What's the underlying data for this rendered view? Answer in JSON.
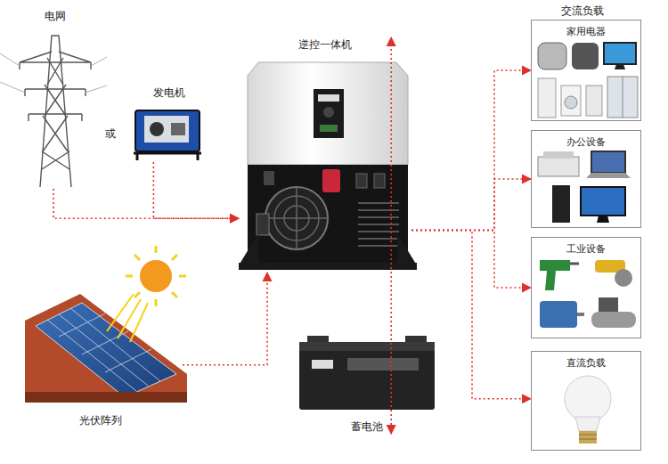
{
  "diagram": {
    "nodes": [
      {
        "text": [
          "电网"
        ]
      },
      {
        "text": [
          "发电机"
        ]
      },
      {
        "text": [
          "逆控一体机"
        ]
      },
      {
        "text": [
          "家用电器"
        ]
      },
      {
        "text": [
          "办公设备"
        ]
      },
      {
        "text": [
          "工业设备"
        ]
      },
      {
        "text": [
          "光伏阵列"
        ]
      },
      {
        "text": [
          "蓄电池"
        ]
      },
      {
        "text": [
          "直流负载"
        ]
      }
    ],
    "edges": [
      {
        "from": 0,
        "to": 2,
        "arrow": "to"
      },
      {
        "from": 1,
        "to": 2,
        "arrow": "to"
      },
      {
        "from": 6,
        "to": 2,
        "arrow": "to"
      },
      {
        "from": 7,
        "to": 2,
        "arrow": "both"
      },
      {
        "from": 2,
        "to": 3,
        "arrow": "to"
      },
      {
        "from": 2,
        "to": 4,
        "arrow": "to"
      },
      {
        "from": 2,
        "to": 5,
        "arrow": "to"
      },
      {
        "from": 2,
        "to": 8,
        "arrow": "to"
      }
    ],
    "labels": [
      "或",
      "交流负载"
    ]
  }
}
